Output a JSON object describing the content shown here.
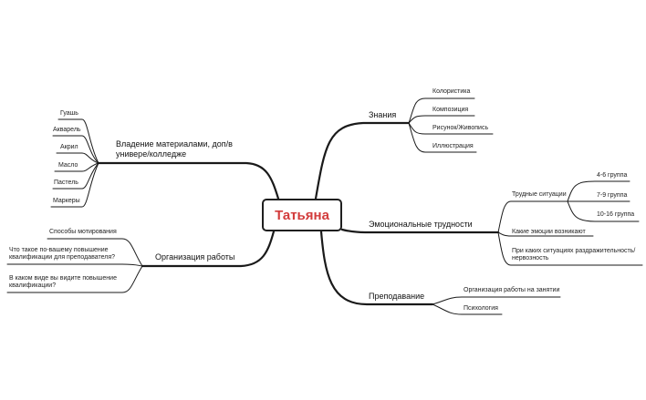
{
  "central": {
    "label": "Татьяна",
    "color": "#d23b3b"
  },
  "branches": {
    "znaniya": {
      "label": "Знания",
      "items": [
        "Колористика",
        "Композиция",
        "Рисунок/Живопись",
        "Иллюстрация"
      ]
    },
    "emo": {
      "label": "Эмоциональные трудности",
      "difficult": {
        "label": "Трудные ситуации",
        "groups": [
          "4-6 группа",
          "7-9 группа",
          "10-16 группа"
        ]
      },
      "items": [
        "Какие эмоции возникают",
        "При каких ситуациях раздражительность/ нервозность"
      ]
    },
    "prep": {
      "label": "Преподавание",
      "items": [
        "Организация работы на занятии",
        "Психология"
      ]
    },
    "materials": {
      "label": "Владение материалами, доп/в универе/колледже",
      "items": [
        "Гуашь",
        "Акварель",
        "Акрил",
        "Масло",
        "Пастель",
        "Маркеры"
      ]
    },
    "org": {
      "label": "Организация работы",
      "items": [
        "Способы мотирования",
        "Что такое по-вашему повышение квалификации для преподавателя?",
        "В каком виде вы видите повышение квалификации?"
      ]
    }
  },
  "colors": {
    "line": "#1a1a1a"
  }
}
